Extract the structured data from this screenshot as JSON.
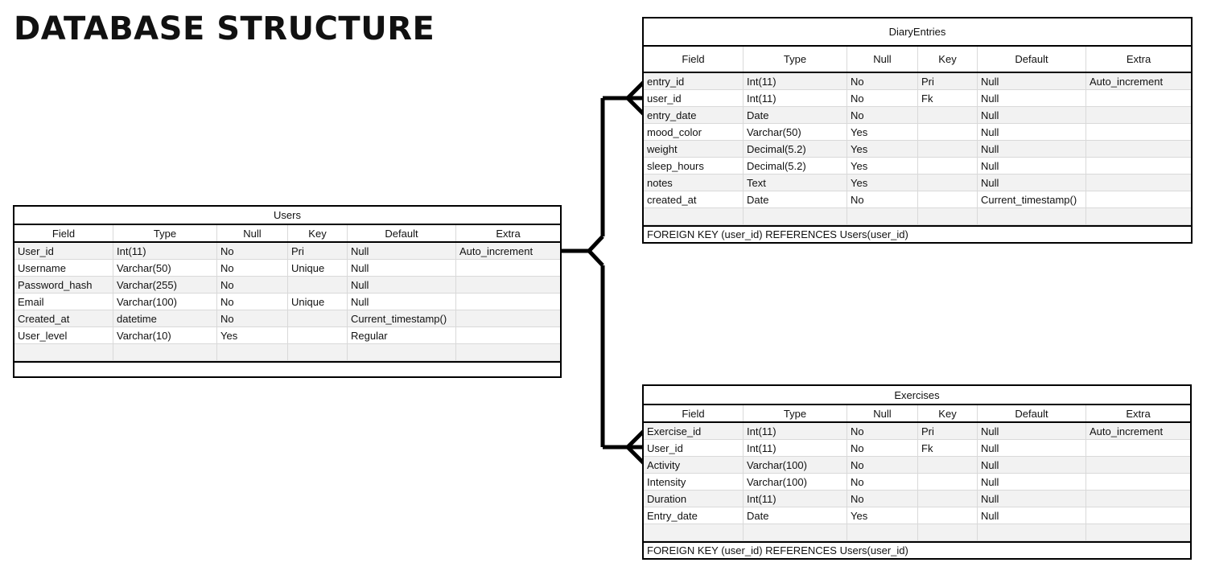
{
  "page_title": "DATABASE STRUCTURE",
  "columns": [
    "Field",
    "Type",
    "Null",
    "Key",
    "Default",
    "Extra"
  ],
  "tables": {
    "users": {
      "title": "Users",
      "rows": [
        [
          "User_id",
          "Int(11)",
          "No",
          "Pri",
          "Null",
          "Auto_increment"
        ],
        [
          "Username",
          "Varchar(50)",
          "No",
          "Unique",
          "Null",
          ""
        ],
        [
          "Password_hash",
          "Varchar(255)",
          "No",
          "",
          "Null",
          ""
        ],
        [
          "Email",
          "Varchar(100)",
          "No",
          "Unique",
          "Null",
          ""
        ],
        [
          "Created_at",
          "datetime",
          "No",
          "",
          "Current_timestamp()",
          ""
        ],
        [
          "User_level",
          "Varchar(10)",
          "Yes",
          "",
          "Regular",
          ""
        ],
        [
          "",
          "",
          "",
          "",
          "",
          ""
        ]
      ],
      "footer": ""
    },
    "diary_entries": {
      "title": "DiaryEntries",
      "rows": [
        [
          "entry_id",
          "Int(11)",
          "No",
          "Pri",
          "Null",
          "Auto_increment"
        ],
        [
          "user_id",
          "Int(11)",
          "No",
          "Fk",
          "Null",
          ""
        ],
        [
          "entry_date",
          "Date",
          "No",
          "",
          "Null",
          ""
        ],
        [
          "mood_color",
          "Varchar(50)",
          "Yes",
          "",
          "Null",
          ""
        ],
        [
          "weight",
          "Decimal(5.2)",
          "Yes",
          "",
          "Null",
          ""
        ],
        [
          "sleep_hours",
          "Decimal(5.2)",
          "Yes",
          "",
          "Null",
          ""
        ],
        [
          "notes",
          "Text",
          "Yes",
          "",
          "Null",
          ""
        ],
        [
          "created_at",
          "Date",
          "No",
          "",
          "Current_timestamp()",
          ""
        ],
        [
          "",
          "",
          "",
          "",
          "",
          ""
        ]
      ],
      "footer": "FOREIGN KEY (user_id) REFERENCES Users(user_id)"
    },
    "exercises": {
      "title": "Exercises",
      "rows": [
        [
          "Exercise_id",
          "Int(11)",
          "No",
          "Pri",
          "Null",
          "Auto_increment"
        ],
        [
          "User_id",
          "Int(11)",
          "No",
          "Fk",
          "Null",
          ""
        ],
        [
          "Activity",
          "Varchar(100)",
          "No",
          "",
          "Null",
          ""
        ],
        [
          "Intensity",
          "Varchar(100)",
          "No",
          "",
          "Null",
          ""
        ],
        [
          "Duration",
          "Int(11)",
          "No",
          "",
          "Null",
          ""
        ],
        [
          "Entry_date",
          "Date",
          "Yes",
          "",
          "Null",
          ""
        ],
        [
          "",
          "",
          "",
          "",
          "",
          ""
        ]
      ],
      "footer": "FOREIGN KEY (user_id) REFERENCES Users(user_id)"
    }
  },
  "colors": {
    "border": "#000000",
    "grid_line": "#d9d9d9",
    "alt_row": "#f2f2f2",
    "background": "#ffffff"
  }
}
